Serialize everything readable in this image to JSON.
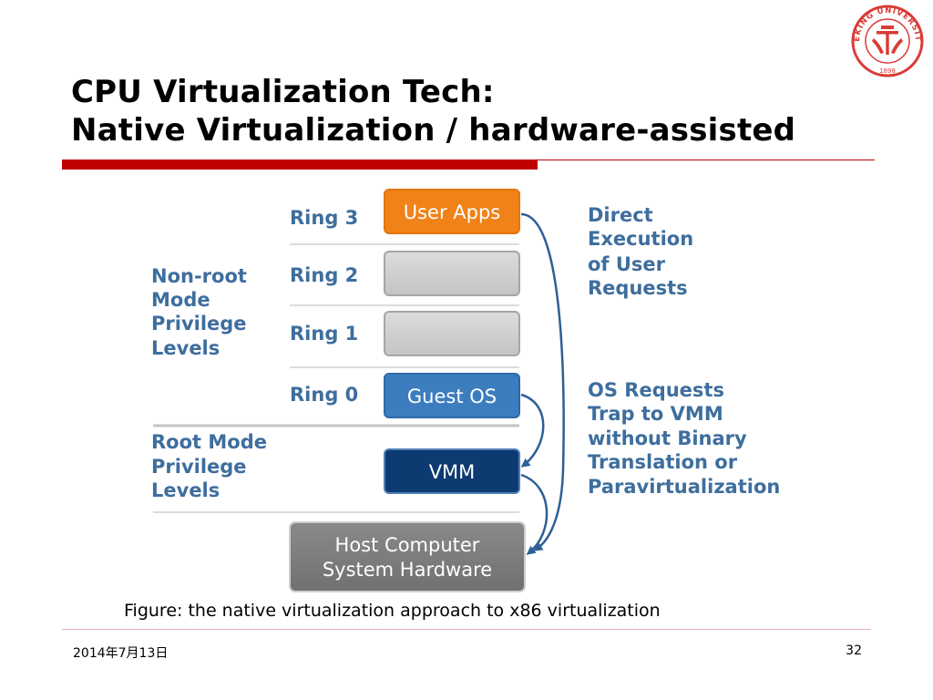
{
  "slide": {
    "title_line1": "CPU Virtualization Tech:",
    "title_line2": "Native Virtualization / hardware-assisted",
    "caption": "Figure: the native virtualization approach to x86 virtualization",
    "date": "2014年7月13日",
    "page_number": "32"
  },
  "logo": {
    "text": "PEKING UNIVERSITY",
    "year": "1898",
    "color": "#d93b36"
  },
  "diagram": {
    "rings": {
      "ring3": "Ring 3",
      "ring2": "Ring 2",
      "ring1": "Ring 1",
      "ring0": "Ring 0"
    },
    "modes": {
      "nonroot": [
        "Non-root",
        "Mode",
        "Privilege",
        "Levels"
      ],
      "root": [
        "Root Mode",
        "Privilege",
        "Levels"
      ]
    },
    "boxes": {
      "user_apps": "User Apps",
      "guest_os": "Guest OS",
      "vmm": "VMM",
      "host_line1": "Host Computer",
      "host_line2": "System Hardware"
    },
    "annotations": {
      "direct": [
        "Direct",
        "Execution",
        "of User",
        "Requests"
      ],
      "trap": [
        "OS Requests",
        "Trap to VMM",
        "without Binary",
        "Translation or",
        "Paravirtualization"
      ]
    },
    "colors": {
      "label_blue": "#3e6e9e",
      "user_apps": "#f08218",
      "empty_ring": "#cfcfcf",
      "guest_os": "#3c7dbe",
      "vmm": "#0e3a72",
      "host": "#7f7f7f",
      "arrow": "#2e5f96"
    }
  }
}
